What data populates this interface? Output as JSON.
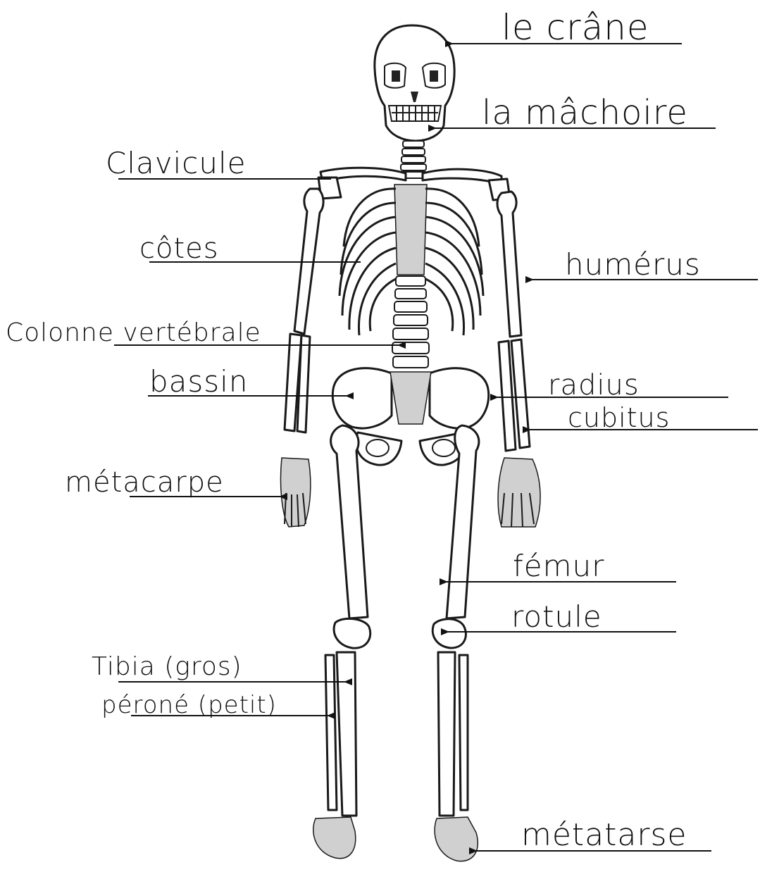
{
  "labels": {
    "crane": "le crâne",
    "machoire": "la mâchoire",
    "clavicule": "Clavicule",
    "cotes": "côtes",
    "humerus": "humérus",
    "colonne": "Colonne vertébrale",
    "bassin": "bassin",
    "radius": "radius",
    "cubitus": "cubitus",
    "metacarpe": "métacarpe",
    "femur": "fémur",
    "rotule": "rotule",
    "tibia": "Tibia (gros)",
    "perone": "péroné (petit)",
    "metatarse": "métatarse"
  },
  "colors": {
    "ink": "#111111",
    "bone_fill": "#ffffff",
    "shading": "#d0d0d0"
  }
}
